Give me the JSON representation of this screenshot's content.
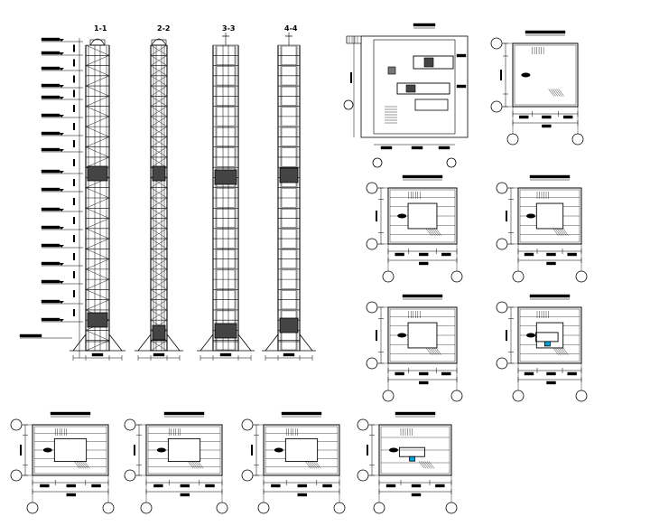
{
  "sections": [
    {
      "label": "1-1"
    },
    {
      "label": "2-2"
    },
    {
      "label": "3-3"
    },
    {
      "label": "4-4"
    }
  ],
  "colors": {
    "line": "#000000",
    "accent": "#00a0d8",
    "axis": "#000000"
  }
}
